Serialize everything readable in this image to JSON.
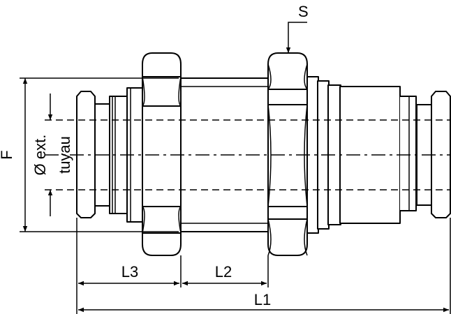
{
  "labels": {
    "s": "S",
    "f": "F",
    "diameter": "Ø ext.",
    "tuyau": "tuyau",
    "l1": "L1",
    "l2": "L2",
    "l3": "L3"
  },
  "colors": {
    "line": "#000000",
    "background": "#ffffff"
  }
}
